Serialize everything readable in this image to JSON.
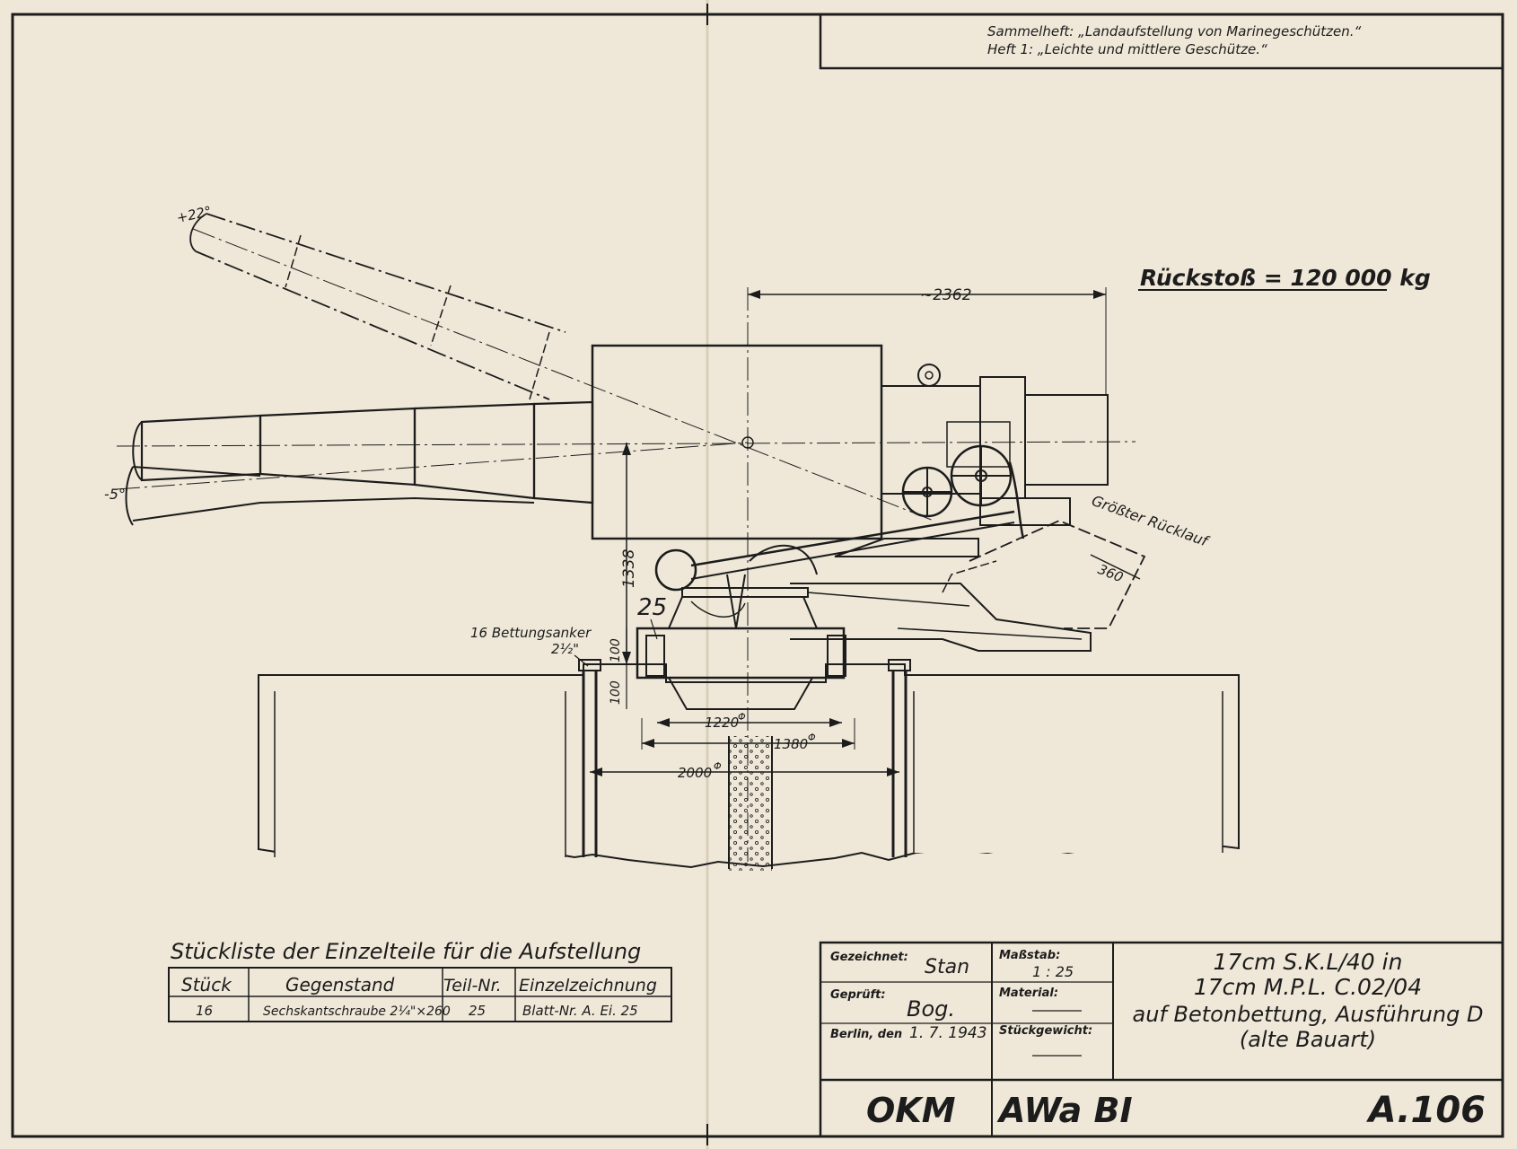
{
  "header": {
    "line1": "Sammelheft: „Landaufstellung von Marinegeschützen.“",
    "line2": "Heft 1: „Leichte und mittlere Geschütze.“"
  },
  "recoil": "Rückstoß = 120 000 kg",
  "angles": {
    "elevation": "+22°",
    "depression": "-5°"
  },
  "dimensions": {
    "span": "~2362",
    "height": "1338",
    "recoil_travel": "360",
    "h100a": "100",
    "h100b": "100",
    "d1220": "1220",
    "d1380": "1380",
    "d2000": "2000",
    "phi": "Φ"
  },
  "labels": {
    "recoil_run": "Größter Rücklauf",
    "anchors_line1": "16 Bettungsanker",
    "anchors_line2": "2½\"",
    "part_callout": "25"
  },
  "parts_list": {
    "title": "Stückliste der Einzelteile für die Aufstellung",
    "headers": [
      "Stück",
      "Gegenstand",
      "Teil-Nr.",
      "Einzelzeichnung"
    ],
    "rows": [
      [
        "16",
        "Sechskantschraube 2¼\"×260",
        "25",
        "Blatt-Nr.  A. Ei. 25"
      ]
    ]
  },
  "title_block": {
    "drawn_label": "Gezeichnet:",
    "drawn_sig": "Stan",
    "checked_label": "Geprüft:",
    "checked_sig": "Bog.",
    "place_label": "Berlin, den",
    "date": "1. 7. 1943",
    "scale_label": "Maßstab:",
    "scale": "1 : 25",
    "material_label": "Material:",
    "weight_label": "Stückgewicht:",
    "title_lines": [
      "17cm S.K.L/40 in",
      "17cm M.P.L. C.02/04",
      "auf Betonbettung, Ausführung D",
      "(alte Bauart)"
    ],
    "org": "OKM",
    "dept": "AWa BI",
    "drawing_no": "A.106"
  }
}
